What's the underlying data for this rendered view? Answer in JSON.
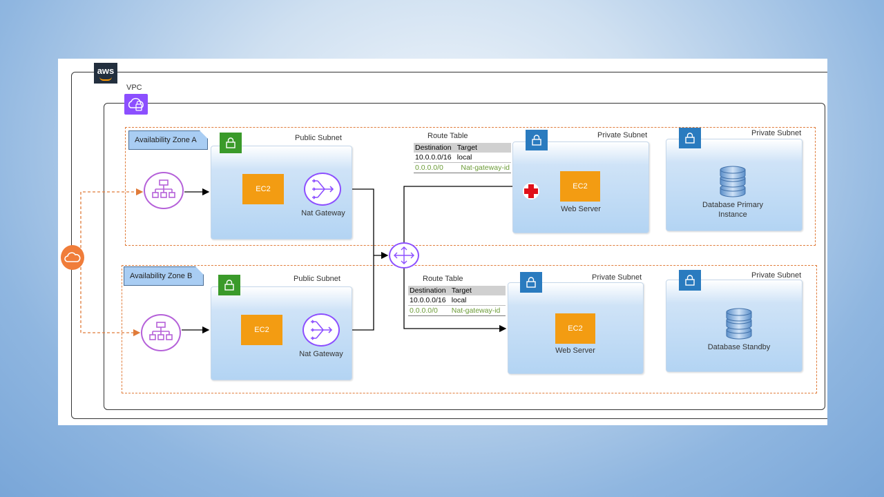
{
  "labels": {
    "vpc": "VPC",
    "availability_zone_a": "Availability Zone A",
    "availability_zone_b": "Availability Zone B",
    "public_subnet": "Public Subnet",
    "private_subnet": "Private Subnet",
    "ec2": "EC2",
    "nat_gateway": "Nat Gateway",
    "web_server_a": "Web  Server",
    "web_server_b": "Web Server",
    "database_primary_line1": "Database Primary",
    "database_primary_line2": "Instance",
    "database_standby": "Database Standby"
  },
  "route_table_a": {
    "title": "Route Table",
    "headers": [
      "Destination",
      "Target"
    ],
    "rows": [
      {
        "destination": "10.0.0.0/16",
        "target": "local"
      },
      {
        "destination": "0.0.0.0/0",
        "target": "Nat-gateway-id"
      }
    ]
  },
  "route_table_b": {
    "title": "Route Table",
    "headers": [
      "Destination",
      "Target"
    ],
    "rows": [
      {
        "destination": "10.0.0.0/16",
        "target": "local"
      },
      {
        "destination": "0.0.0.0/0",
        "target": "Nat-gateway-id"
      }
    ]
  },
  "icons": {
    "aws": "aws-logo",
    "vpc": "vpc-icon",
    "internet_gateway": "cloud-icon",
    "load_balancer": "load-balancer-icon",
    "lock": "lock-icon",
    "nat_gateway": "nat-gateway-icon",
    "router": "router-icon",
    "database": "database-icon",
    "health_check": "red-cross-icon"
  },
  "colors": {
    "ec2": "#f39c12",
    "lock_public": "#3a9a2a",
    "lock_private": "#2a7bbf",
    "vpc": "#8c4fff",
    "az_border": "#e07b39",
    "internet_gateway": "#f07d3a"
  }
}
